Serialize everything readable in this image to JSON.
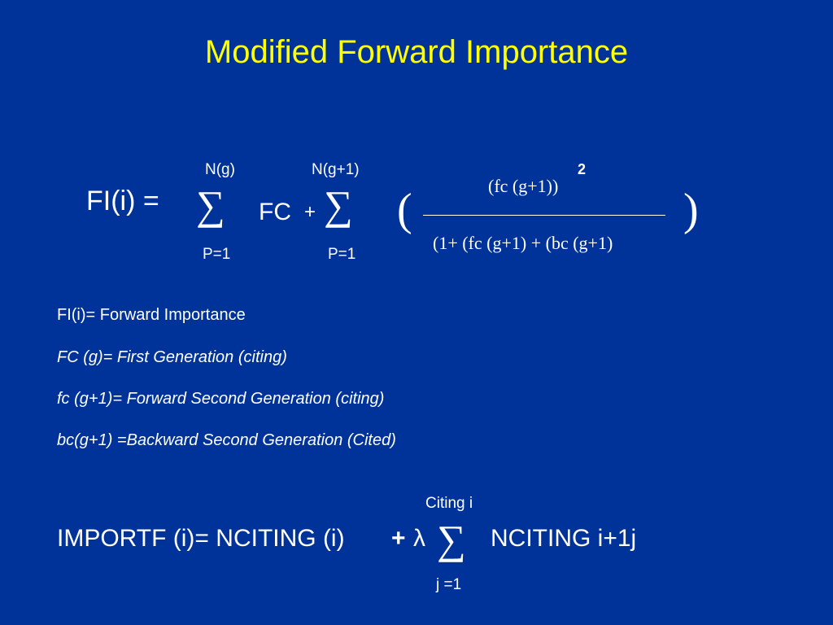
{
  "slide": {
    "title": "Modified  Forward  Importance"
  },
  "formula_fi": {
    "lhs": "FI(i) =",
    "sum1_upper": "N(g)",
    "sum1_symbol": "∑",
    "sum1_lower": "P=1",
    "fc_term": "FC",
    "plus": "+",
    "sum2_upper": "N(g+1)",
    "sum2_symbol": "∑",
    "sum2_lower": "P=1",
    "paren_open": "(",
    "numerator": "(fc (g+1))",
    "exponent": "2",
    "denominator": "(1+ (fc (g+1) + (bc (g+1)",
    "paren_close": ")"
  },
  "definitions": [
    "FI(i)= Forward Importance",
    "FC (g)= First Generation (citing)",
    "fc (g+1)= Forward Second Generation (citing)",
    "bc(g+1) =Backward Second Generation (Cited)"
  ],
  "formula_importf": {
    "sum_upper": "Citing  i",
    "lhs": "IMPORTF (i)= NCITING (i)",
    "plus": "+",
    "lambda": "λ",
    "sum_symbol": "∑",
    "term": "NCITING i+1j",
    "sum_lower": "j =1"
  },
  "colors": {
    "background": "#003399",
    "title": "#ffff00",
    "text": "#ffffff"
  }
}
